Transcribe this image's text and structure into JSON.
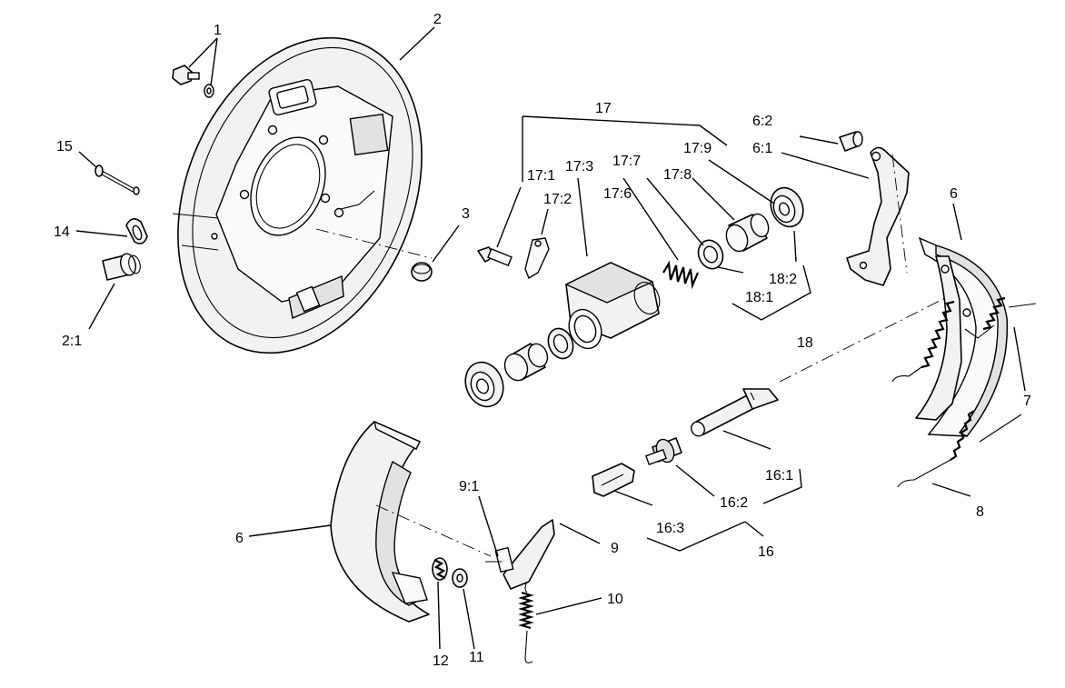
{
  "callouts": {
    "c1": "1",
    "c2": "2",
    "c2_1": "2:1",
    "c3": "3",
    "c6_left": "6",
    "c6_right": "6",
    "c6_1": "6:1",
    "c6_2": "6:2",
    "c7": "7",
    "c8": "8",
    "c9": "9",
    "c9_1": "9:1",
    "c10": "10",
    "c11": "11",
    "c12": "12",
    "c14": "14",
    "c15": "15",
    "c16": "16",
    "c16_1": "16:1",
    "c16_2": "16:2",
    "c16_3": "16:3",
    "c17": "17",
    "c17_1": "17:1",
    "c17_2": "17:2",
    "c17_3": "17:3",
    "c17_6": "17:6",
    "c17_7": "17:7",
    "c17_8": "17:8",
    "c17_9": "17:9",
    "c18": "18",
    "c18_1": "18:1",
    "c18_2": "18:2"
  }
}
